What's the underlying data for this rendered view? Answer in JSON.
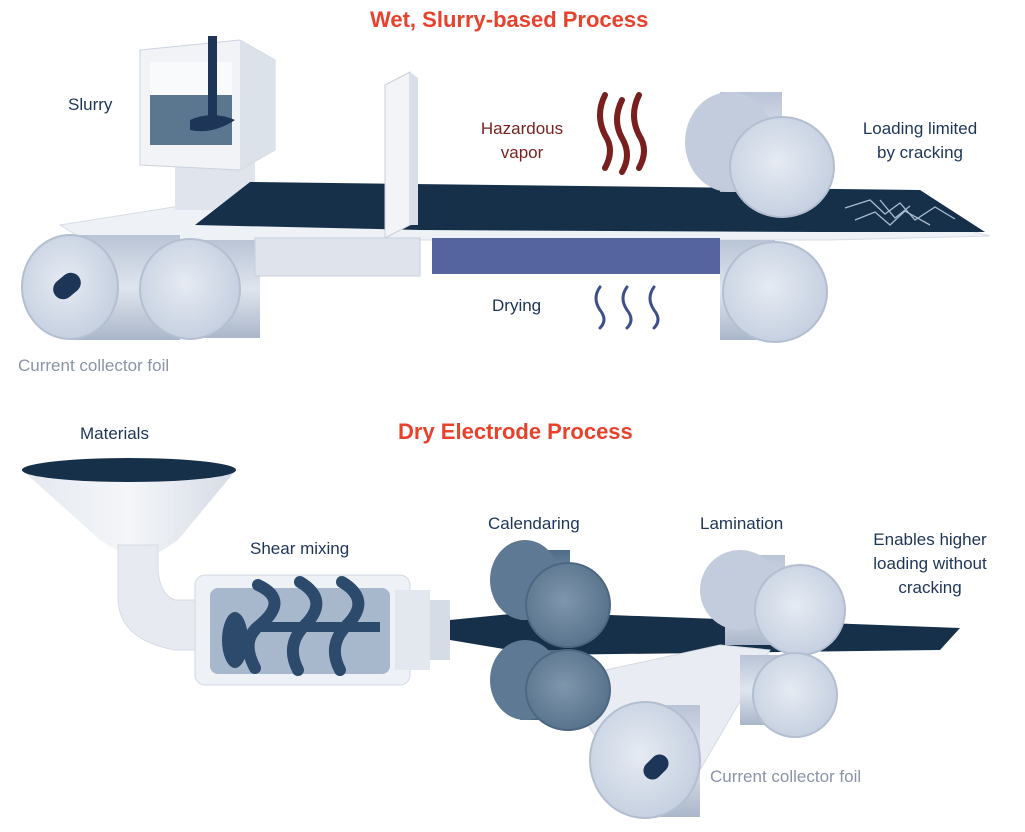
{
  "colors": {
    "title_red": "#e8412c",
    "navy": "#1d3557",
    "electrode_dark": "#16304a",
    "roller_light": "#c9d2e3",
    "roller_mid": "#8fa3bf",
    "roller_dark": "#5d7993",
    "machine_gray": "#e6e9ef",
    "dryer_blue": "#55649e",
    "vapor_red": "#7a1f1f",
    "label_gray": "#8a94a6"
  },
  "wet": {
    "title": "Wet, Slurry-based Process",
    "slurry": "Slurry",
    "hazardous_line1": "Hazardous",
    "hazardous_line2": "vapor",
    "loading_line1": "Loading limited",
    "loading_line2": "by cracking",
    "drying": "Drying",
    "foil": "Current collector foil"
  },
  "dry": {
    "title": "Dry Electrode Process",
    "materials": "Materials",
    "shear": "Shear mixing",
    "calendaring": "Calendaring",
    "lamination": "Lamination",
    "enables_line1": "Enables higher",
    "enables_line2": "loading without",
    "enables_line3": "cracking",
    "foil": "Current collector foil"
  }
}
